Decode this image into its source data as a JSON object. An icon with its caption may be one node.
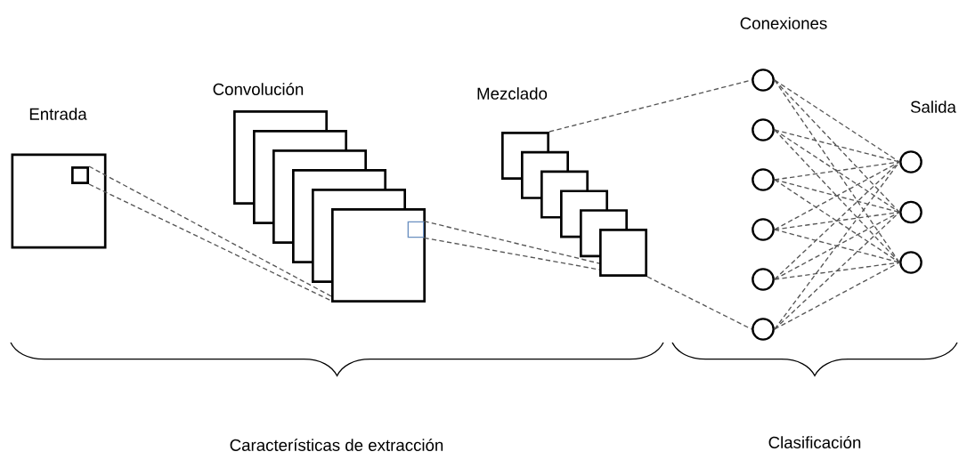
{
  "diagram": {
    "nodes": [
      {
        "text": [
          "Entrada"
        ]
      },
      {
        "text": [],
        "shape": "box",
        "in": 0
      },
      {
        "text": [
          "Convolución"
        ]
      },
      {
        "text": [],
        "shape": "box"
      },
      {
        "text": [],
        "shape": "box"
      },
      {
        "text": [],
        "shape": "box"
      },
      {
        "text": [],
        "shape": "box"
      },
      {
        "text": [],
        "shape": "box"
      },
      {
        "text": [],
        "shape": "box",
        "in": 7
      },
      {
        "text": [
          "Mezclado"
        ]
      },
      {
        "text": [],
        "shape": "box"
      },
      {
        "text": [],
        "shape": "box"
      },
      {
        "text": [],
        "shape": "box"
      },
      {
        "text": [],
        "shape": "box"
      },
      {
        "text": [],
        "shape": "box"
      },
      {
        "text": [
          "Conexiones"
        ]
      },
      {
        "text": [],
        "shape": "circle"
      },
      {
        "text": [],
        "shape": "circle"
      },
      {
        "text": [],
        "shape": "circle"
      },
      {
        "text": [],
        "shape": "circle"
      },
      {
        "text": [],
        "shape": "circle"
      },
      {
        "text": [
          "Salida"
        ]
      },
      {
        "text": [],
        "shape": "circle"
      },
      {
        "text": [],
        "shape": "circle"
      }
    ],
    "edges": [
      {
        "from": 1,
        "to": 7,
        "arrow": "none",
        "style": "dashed"
      },
      {
        "from": 1,
        "to": 7,
        "arrow": "none",
        "style": "dashed"
      },
      {
        "from": 8,
        "to": 14,
        "arrow": "none",
        "style": "dashed"
      },
      {
        "from": 8,
        "to": 14,
        "arrow": "none",
        "style": "dashed"
      },
      {
        "from": 9,
        "to": 15,
        "arrow": "none",
        "style": "dashed"
      },
      {
        "from": 14,
        "to": 20,
        "arrow": "none",
        "style": "dashed"
      },
      {
        "from": 15,
        "to": 21,
        "arrow": "none",
        "style": "dashed"
      },
      {
        "from": 15,
        "to": 22,
        "arrow": "none",
        "style": "dashed"
      },
      {
        "from": 15,
        "to": 23,
        "arrow": "none",
        "style": "dashed"
      },
      {
        "from": 16,
        "to": 21,
        "arrow": "none",
        "style": "dashed"
      },
      {
        "from": 16,
        "to": 22,
        "arrow": "none",
        "style": "dashed"
      },
      {
        "from": 16,
        "to": 23,
        "arrow": "none",
        "style": "dashed"
      },
      {
        "from": 17,
        "to": 21,
        "arrow": "none",
        "style": "dashed"
      },
      {
        "from": 17,
        "to": 22,
        "arrow": "none",
        "style": "dashed"
      },
      {
        "from": 17,
        "to": 23,
        "arrow": "none",
        "style": "dashed"
      },
      {
        "from": 18,
        "to": 21,
        "arrow": "none",
        "style": "dashed"
      },
      {
        "from": 18,
        "to": 22,
        "arrow": "none",
        "style": "dashed"
      },
      {
        "from": 18,
        "to": 23,
        "arrow": "none",
        "style": "dashed"
      },
      {
        "from": 19,
        "to": 21,
        "arrow": "none",
        "style": "dashed"
      },
      {
        "from": 19,
        "to": 22,
        "arrow": "none",
        "style": "dashed"
      },
      {
        "from": 19,
        "to": 23,
        "arrow": "none",
        "style": "dashed"
      },
      {
        "from": 20,
        "to": 21,
        "arrow": "none",
        "style": "dashed"
      },
      {
        "from": 20,
        "to": 22,
        "arrow": "none",
        "style": "dashed"
      },
      {
        "from": 20,
        "to": 23,
        "arrow": "none",
        "style": "dashed"
      }
    ],
    "labels": [
      "Características de extracción",
      "Clasificación"
    ]
  }
}
